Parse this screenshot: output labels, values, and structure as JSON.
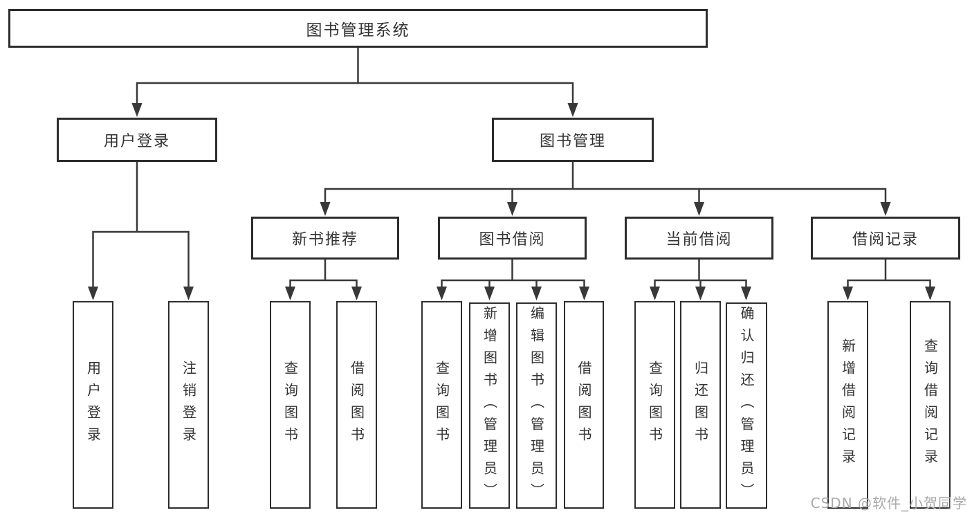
{
  "diagram": {
    "root": {
      "label": "图书管理系统"
    },
    "level2": [
      {
        "label": "用户登录"
      },
      {
        "label": "图书管理"
      }
    ],
    "level3": [
      {
        "label": "新书推荐"
      },
      {
        "label": "图书借阅"
      },
      {
        "label": "当前借阅"
      },
      {
        "label": "借阅记录"
      }
    ],
    "leaves": [
      {
        "label": "用户登录"
      },
      {
        "label": "注销登录"
      },
      {
        "label": "查询图书"
      },
      {
        "label": "借阅图书"
      },
      {
        "label": "查询图书"
      },
      {
        "label": "新增图书（管理员）"
      },
      {
        "label": "编辑图书（管理员）"
      },
      {
        "label": "借阅图书"
      },
      {
        "label": "查询图书"
      },
      {
        "label": "归还图书"
      },
      {
        "label": "确认归还（管理员）"
      },
      {
        "label": "新增借阅记录"
      },
      {
        "label": "查询借阅记录"
      }
    ]
  },
  "watermark": {
    "text": "CSDN @软件_小贺同学"
  },
  "colors": {
    "line": "#383838",
    "border": "#2d2d2d",
    "text": "#333333",
    "watermark": "#a9a9a9",
    "background": "#ffffff"
  }
}
